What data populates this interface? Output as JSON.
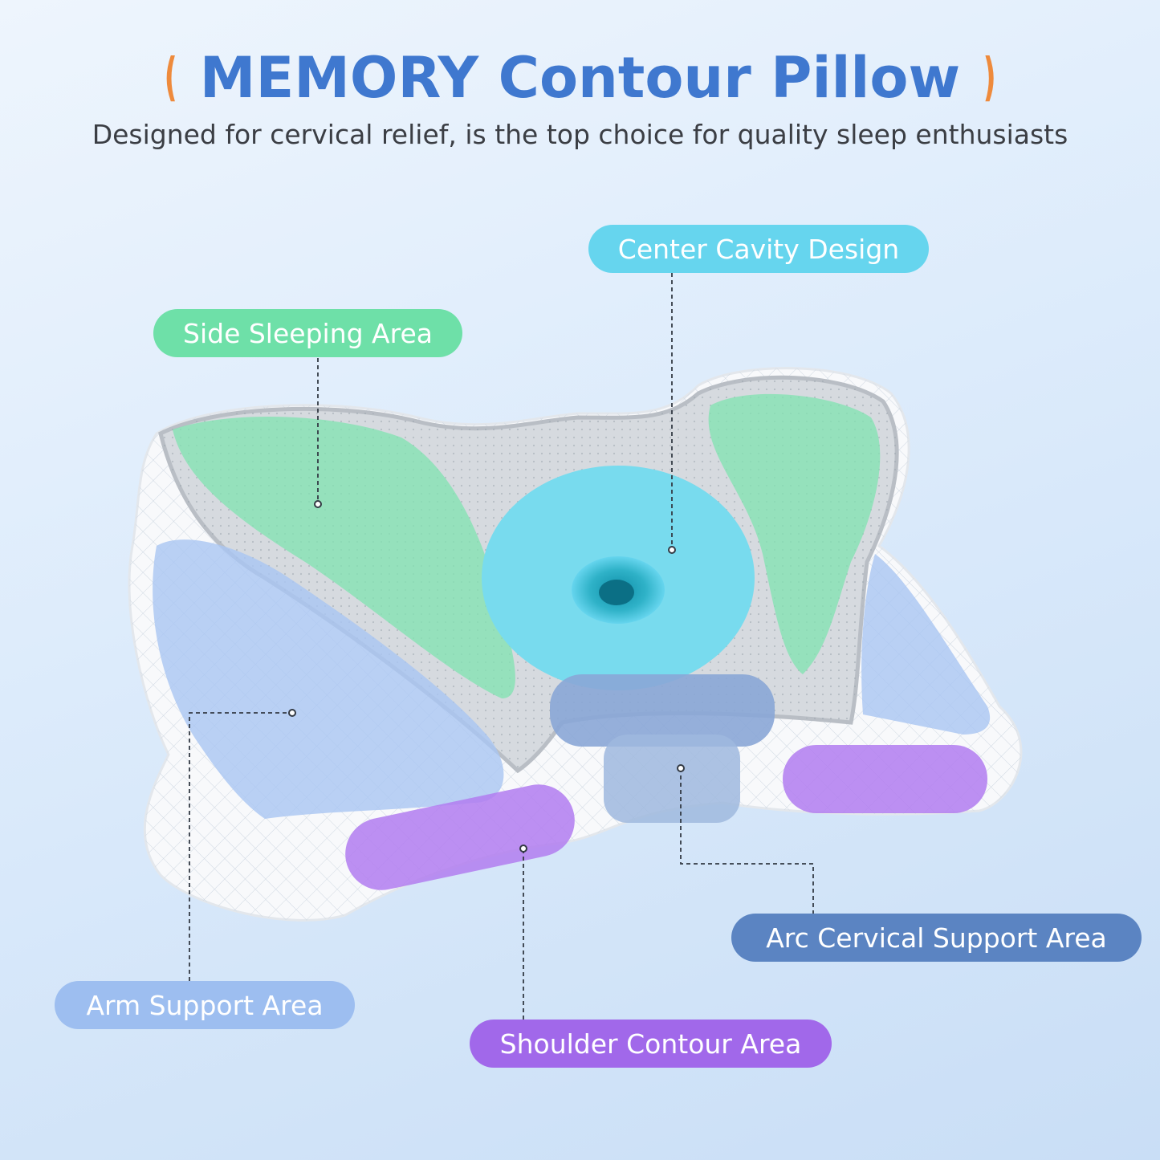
{
  "header": {
    "bracket_left": "(",
    "title": "MEMORY Contour Pillow",
    "bracket_right": ")",
    "subtitle": "Designed for cervical relief, is the top choice for quality sleep enthusiasts"
  },
  "labels": {
    "center_cavity": "Center Cavity Design",
    "side_sleeping": "Side Sleeping Area",
    "arc_cervical": "Arc Cervical Support Area",
    "arm_support": "Arm Support Area",
    "shoulder_contour": "Shoulder Contour Area"
  },
  "colors": {
    "title": "#3f78cf",
    "bracket": "#ee8a3c",
    "center_cavity": "#66d5ee",
    "side_sleeping": "#6ee0a8",
    "arc_cervical": "#5b84c2",
    "arm_support": "#9dbef0",
    "shoulder_contour": "#a168ea"
  }
}
